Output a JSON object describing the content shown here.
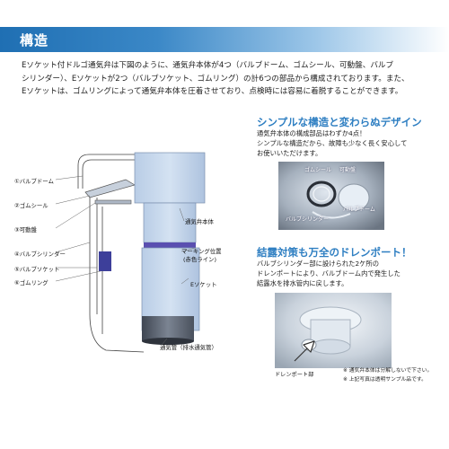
{
  "header": {
    "title": "構造"
  },
  "intro": {
    "lines": [
      "Eソケット付ドルゴ通気弁は下図のように、通気弁本体が4つ（バルブドーム、ゴムシール、可動盤、バルブ",
      "シリンダー）、Eソケットが2つ（バルブソケット、ゴムリング）の計6つの部品から構成されております。また、",
      "Eソケットは、ゴムリングによって通気弁本体を圧着させており、点検時には容易に着脱することができます。"
    ]
  },
  "diagram": {
    "left_labels": [
      "①バルブドーム",
      "②ゴムシール",
      "③可動盤",
      "④バルブシリンダー",
      "⑤バルブソケット",
      "⑥ゴムリング"
    ],
    "right_labels": {
      "body": "通気弁本体",
      "marking": "マーキング位置",
      "marking_sub": "(赤色ライン)",
      "esocket": "Eソケット",
      "pipe": "通気管（排水通気管）"
    }
  },
  "section1": {
    "heading": "シンプルな構造と変わらぬデザイン",
    "lines": [
      "通気弁本体の構成部品はわずか4点！",
      "シンプルな構造だから、故障も少なく長く安心して",
      "お使いいただけます。"
    ],
    "photo_labels": {
      "rubber_seal": "ゴムシール",
      "movable_disc": "可動盤",
      "valve_dome": "バルブドーム",
      "valve_cylinder": "バルブシリンダー"
    }
  },
  "section2": {
    "heading": "結露対策も万全のドレンポート！",
    "lines": [
      "バルブシリンダー部に設けられた2ケ所の",
      "ドレンポートにより、バルブドーム内で発生した",
      "結露水を排水管内に戻します。"
    ],
    "drain_label": "ドレンポート部"
  },
  "notes": [
    "※ 通気弁本体は分解しないで下さい。",
    "※ 上記写真は透明サンプル品です。"
  ],
  "colors": {
    "header_blue": "#1f6fb3",
    "heading_blue": "#2f7fc2",
    "marking_red": "#cc2222",
    "pipe_gray": "#6e7683"
  }
}
